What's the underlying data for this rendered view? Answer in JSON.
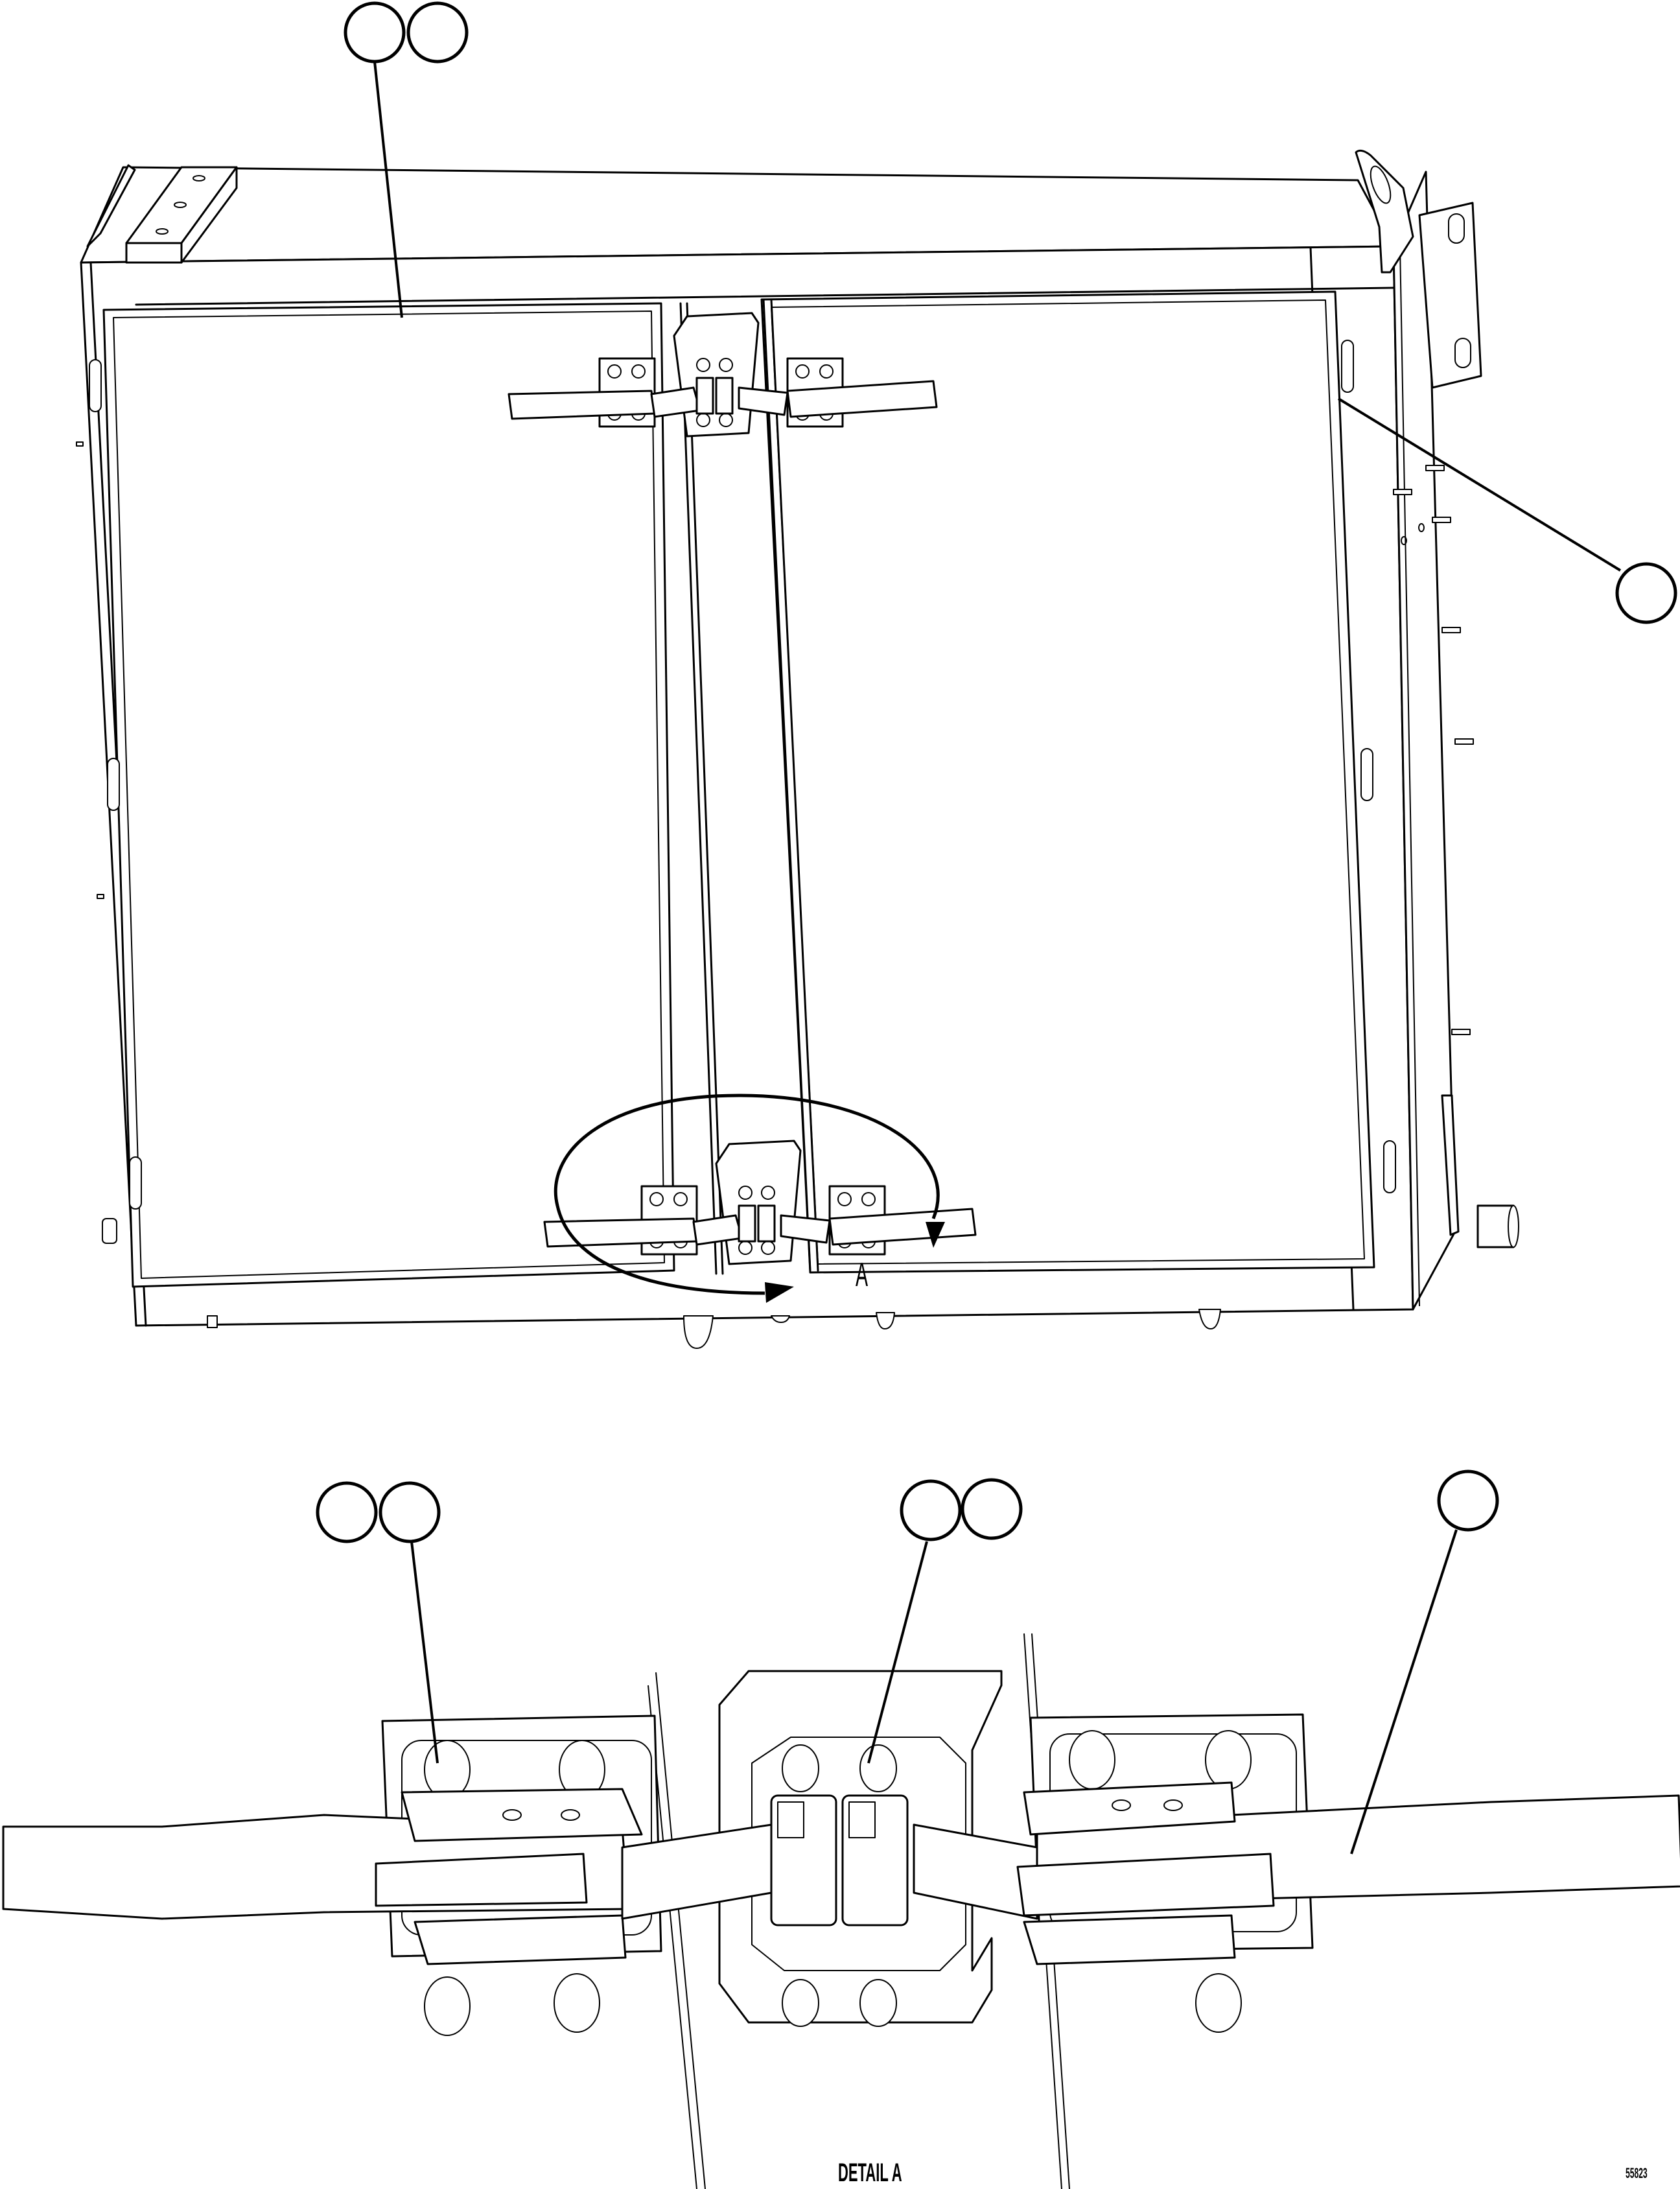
{
  "diagram": {
    "type": "technical parts illustration (line art)",
    "main_view": {
      "subject": "enclosure with two doors and two over-center latches",
      "view_label": "A",
      "callouts": [
        {
          "id": "main-callout-1",
          "text": ""
        },
        {
          "id": "main-callout-2",
          "text": ""
        },
        {
          "id": "main-callout-3",
          "text": ""
        }
      ]
    },
    "detail_view": {
      "caption": "DETAIL A",
      "subject": "latch assembly close-up",
      "callouts": [
        {
          "id": "detail-callout-1",
          "text": ""
        },
        {
          "id": "detail-callout-2",
          "text": ""
        },
        {
          "id": "detail-callout-3",
          "text": ""
        },
        {
          "id": "detail-callout-4",
          "text": ""
        },
        {
          "id": "detail-callout-5",
          "text": ""
        }
      ]
    },
    "image_code": "55823",
    "colors": {
      "line": "#000000",
      "background": "#ffffff"
    }
  }
}
